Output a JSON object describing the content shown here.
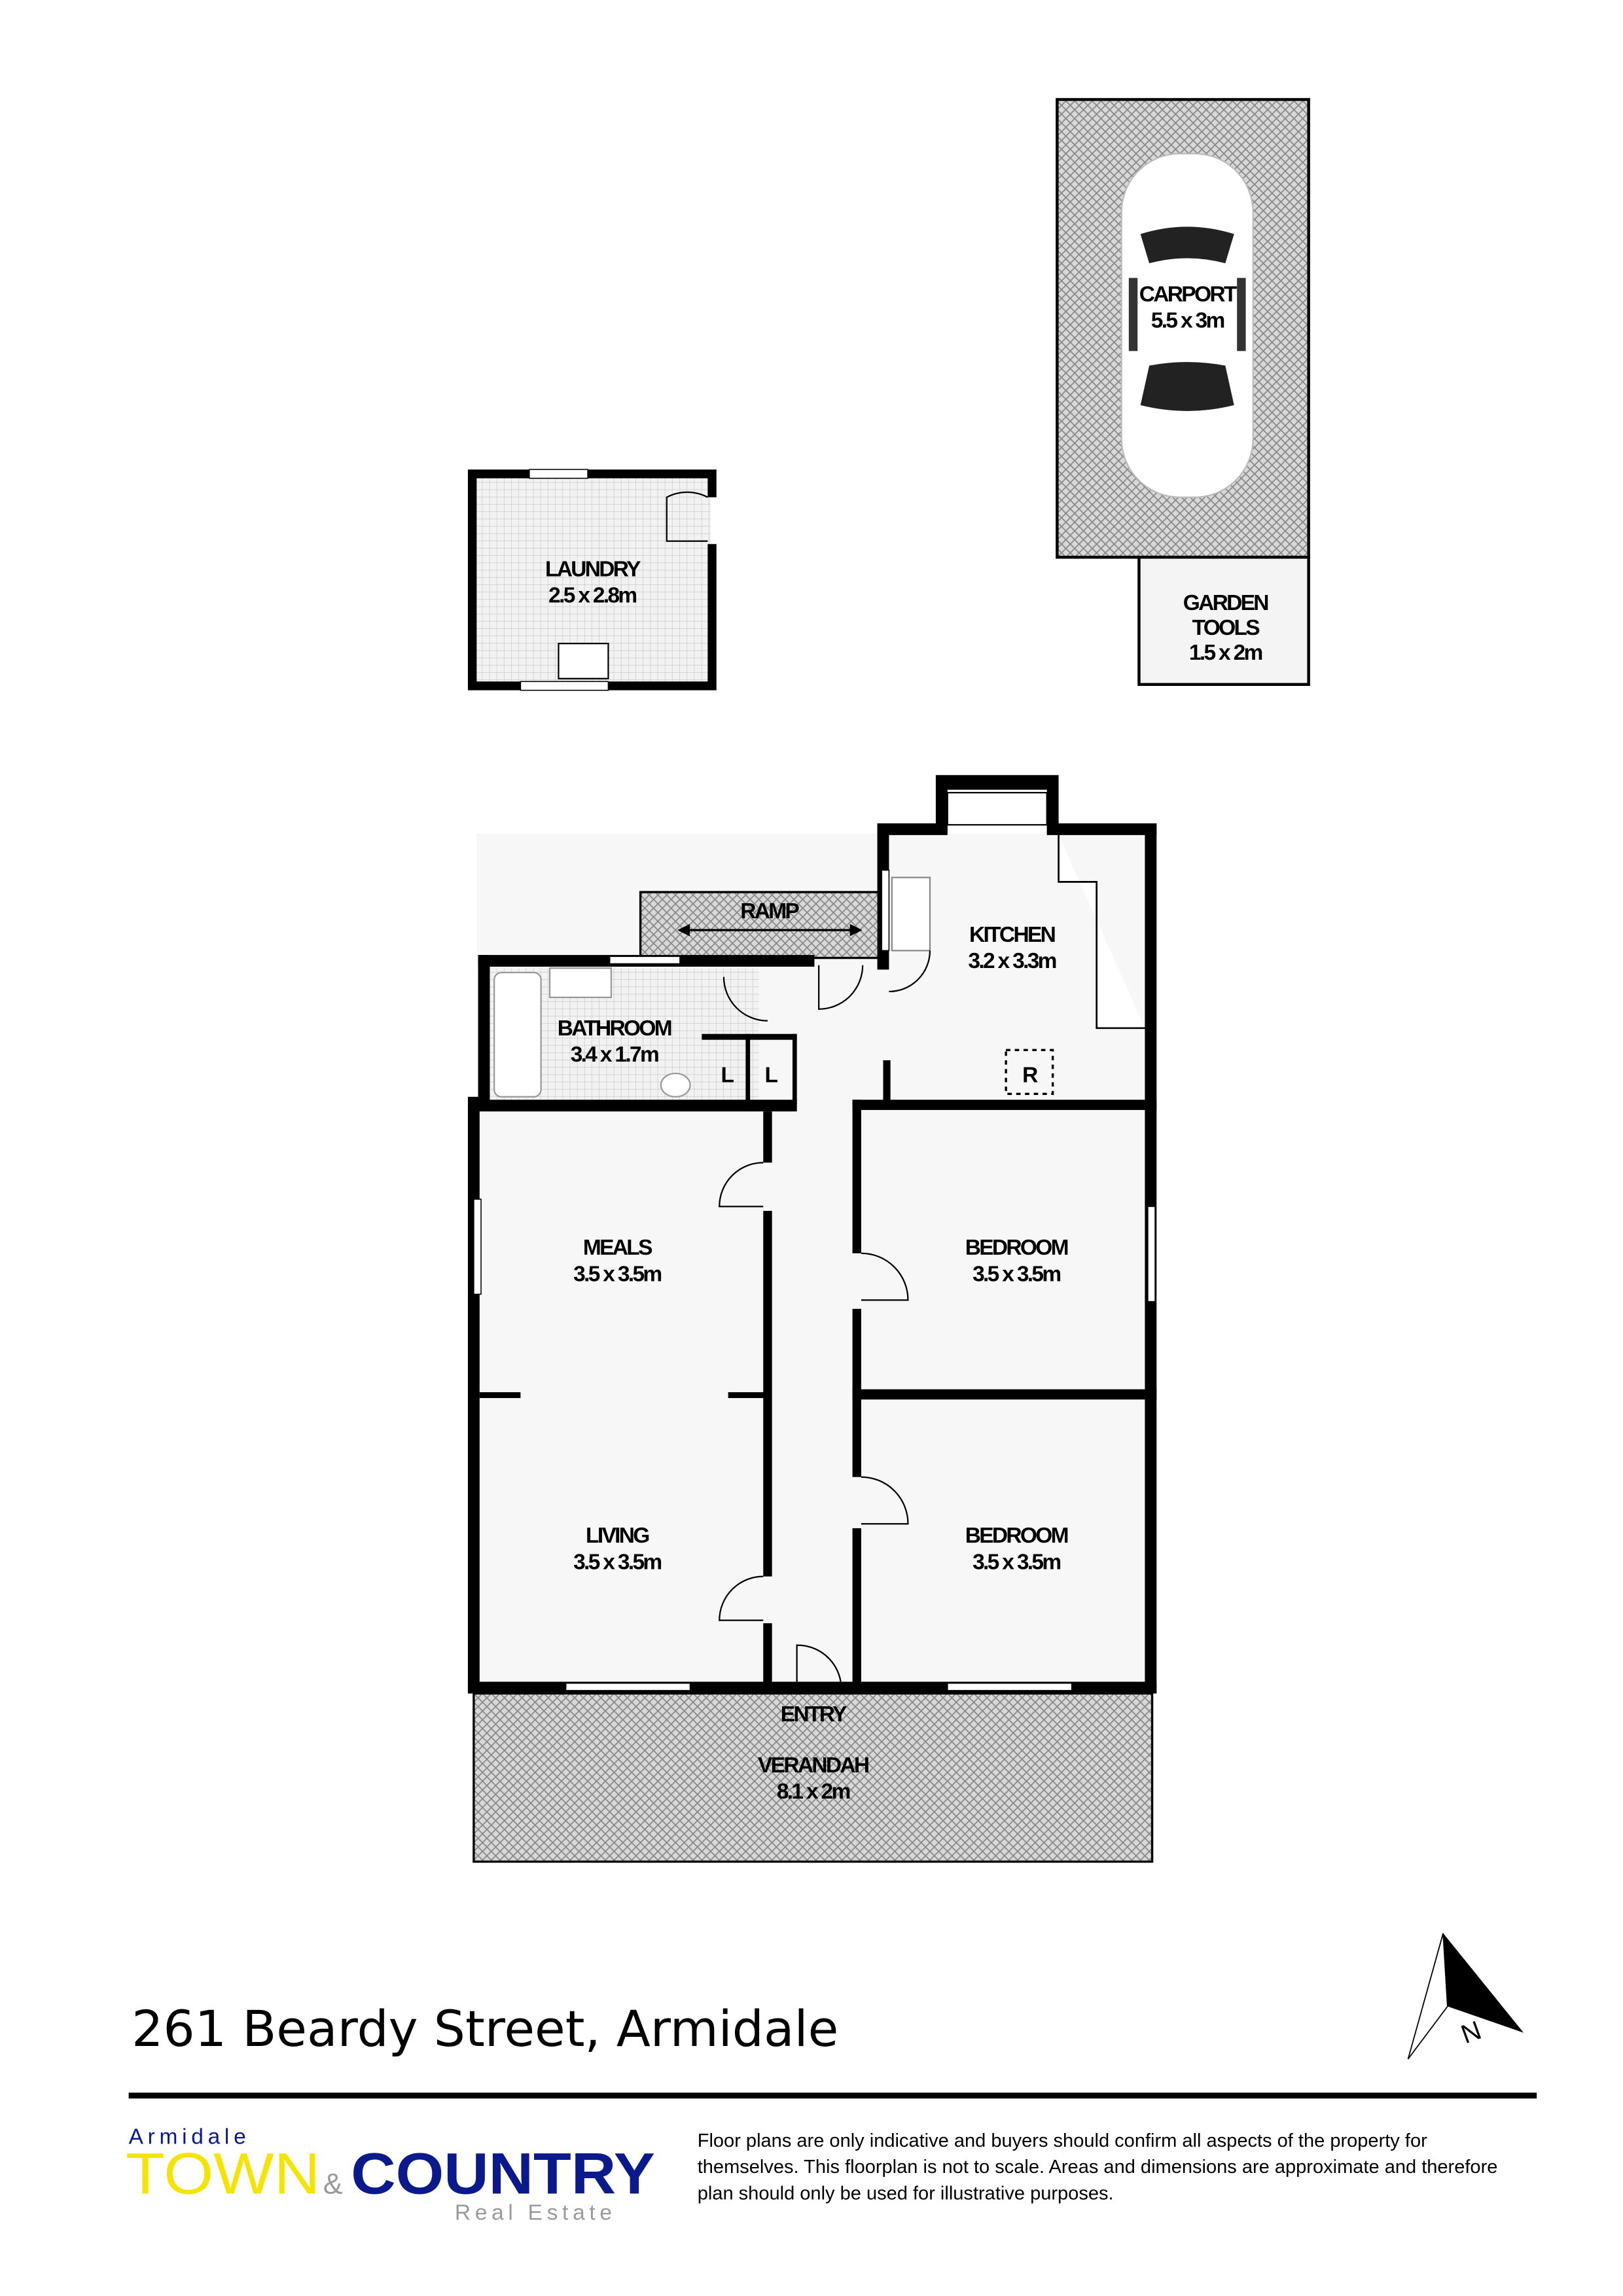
{
  "rooms": {
    "carport": {
      "name": "CARPORT",
      "size": "5.5 x 3m"
    },
    "garden_tools": {
      "name1": "GARDEN",
      "name2": "TOOLS",
      "size": "1.5 x 2m"
    },
    "laundry": {
      "name": "LAUNDRY",
      "size": "2.5 x 2.8m"
    },
    "ramp": {
      "name": "RAMP"
    },
    "kitchen": {
      "name": "KITCHEN",
      "size": "3.2 x 3.3m",
      "fridge": "R"
    },
    "bathroom": {
      "name": "BATHROOM",
      "size": "3.4 x 1.7m"
    },
    "linen": [
      "L",
      "L"
    ],
    "meals": {
      "name": "MEALS",
      "size": "3.5 x 3.5m"
    },
    "living": {
      "name": "LIVING",
      "size": "3.5 x 3.5m"
    },
    "bedroom1": {
      "name": "BEDROOM",
      "size": "3.5 x 3.5m"
    },
    "bedroom2": {
      "name": "BEDROOM",
      "size": "3.5 x 3.5m"
    },
    "entry": {
      "name": "ENTRY"
    },
    "verandah": {
      "name": "VERANDAH",
      "size": "8.1 x 2m"
    }
  },
  "compass": {
    "label": "N"
  },
  "address": "261 Beardy Street, Armidale",
  "logo": {
    "top": "Armidale",
    "town": "TOWN",
    "amp": "&",
    "country": "COUNTRY",
    "sub": "Real Estate",
    "colors": {
      "town": "#f5e400",
      "country": "#0a1a8c",
      "grey": "#9a9a9a"
    }
  },
  "disclaimer": [
    "Floor plans are only indicative and buyers should confirm all aspects of the property for",
    "themselves. This floorplan is not to scale. Areas and dimensions are approximate and therefore",
    "plan should only be used for illustrative purposes."
  ]
}
